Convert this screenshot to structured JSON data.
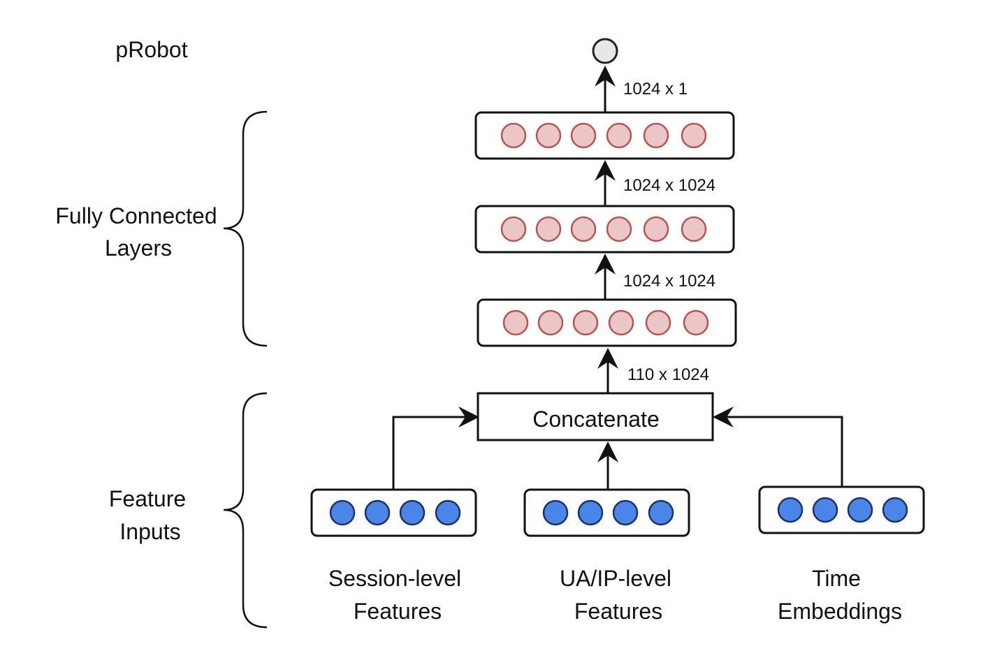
{
  "title": "pRobot",
  "groups": {
    "fully_connected": [
      "Fully Connected",
      "Layers"
    ],
    "feature_inputs": [
      "Feature",
      "Inputs"
    ]
  },
  "dimensions": {
    "fc3_to_output": "1024 x 1",
    "fc2_to_fc3": "1024 x 1024",
    "fc1_to_fc2": "1024 x 1024",
    "concat_to_fc1": "110 x 1024"
  },
  "concatenate_label": "Concatenate",
  "inputs": [
    {
      "lines": [
        "Session-level",
        "Features"
      ]
    },
    {
      "lines": [
        "UA/IP-level",
        "Features"
      ]
    },
    {
      "lines": [
        "Time",
        "Embeddings"
      ]
    }
  ],
  "colors": {
    "fc_node_fill": "#eac6c6",
    "fc_node_stroke": "#b85450",
    "input_node_fill": "#4a86e8",
    "input_node_stroke": "#1c2f6e",
    "output_node_fill": "#e6e8e6"
  }
}
